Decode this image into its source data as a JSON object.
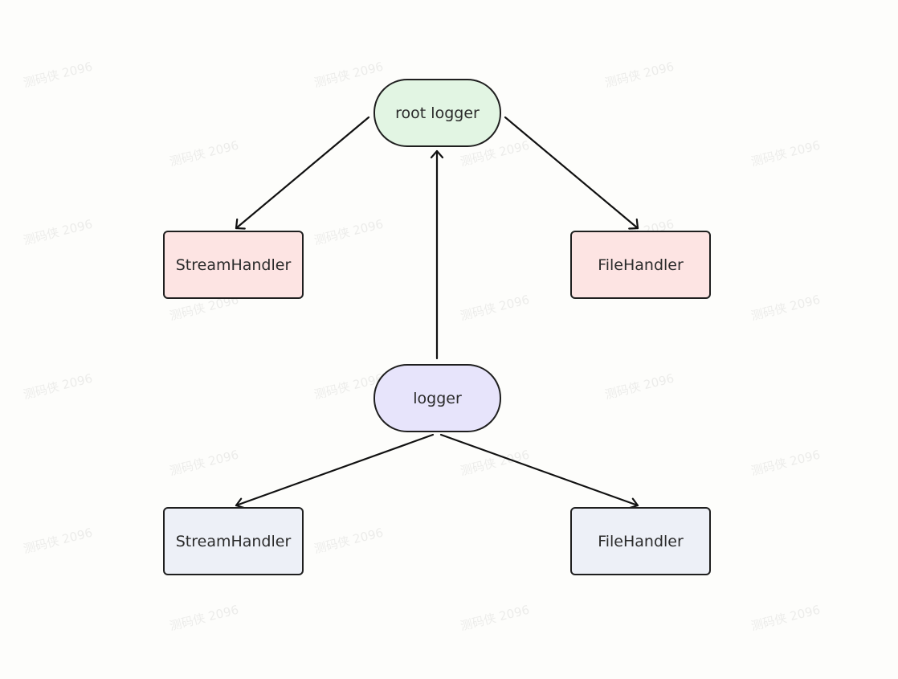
{
  "diagram": {
    "nodes": {
      "root_logger": {
        "label": "root logger",
        "fill": "#e2f5e3"
      },
      "root_stream_handler": {
        "label": "StreamHandler",
        "fill": "#fde4e3"
      },
      "root_file_handler": {
        "label": "FileHandler",
        "fill": "#fde4e3"
      },
      "logger": {
        "label": "logger",
        "fill": "#e7e4fb"
      },
      "logger_stream_handler": {
        "label": "StreamHandler",
        "fill": "#edf0f7"
      },
      "logger_file_handler": {
        "label": "FileHandler",
        "fill": "#edf0f7"
      }
    },
    "edges": [
      {
        "from": "root_logger",
        "to": "root_stream_handler"
      },
      {
        "from": "root_logger",
        "to": "root_file_handler"
      },
      {
        "from": "logger",
        "to": "root_logger"
      },
      {
        "from": "logger",
        "to": "logger_stream_handler"
      },
      {
        "from": "logger",
        "to": "logger_file_handler"
      }
    ]
  },
  "watermark": {
    "text": "测码侠 2096"
  }
}
